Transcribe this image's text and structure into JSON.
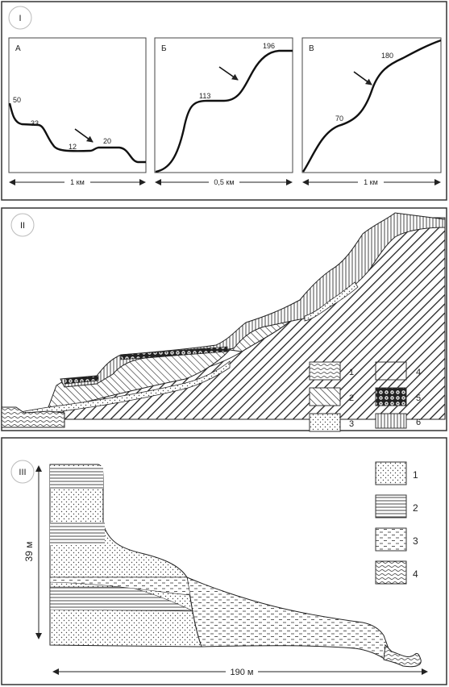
{
  "panel1": {
    "roman": "I",
    "profiles": [
      {
        "letter": "А",
        "elevations": [
          "50",
          "33",
          "12",
          "20"
        ],
        "scale": "1 км"
      },
      {
        "letter": "Б",
        "elevations": [
          "113",
          "196"
        ],
        "scale": "0,5 км"
      },
      {
        "letter": "В",
        "elevations": [
          "70",
          "180"
        ],
        "scale": "1 км"
      }
    ]
  },
  "panel2": {
    "roman": "II",
    "legend": [
      "1",
      "2",
      "3",
      "4",
      "5",
      "6"
    ]
  },
  "panel3": {
    "roman": "III",
    "height_label": "39 м",
    "width_label": "190 м",
    "legend": [
      "1",
      "2",
      "3",
      "4"
    ]
  },
  "colors": {
    "ink": "#222222",
    "frame": "#333333",
    "paper": "#ffffff"
  }
}
